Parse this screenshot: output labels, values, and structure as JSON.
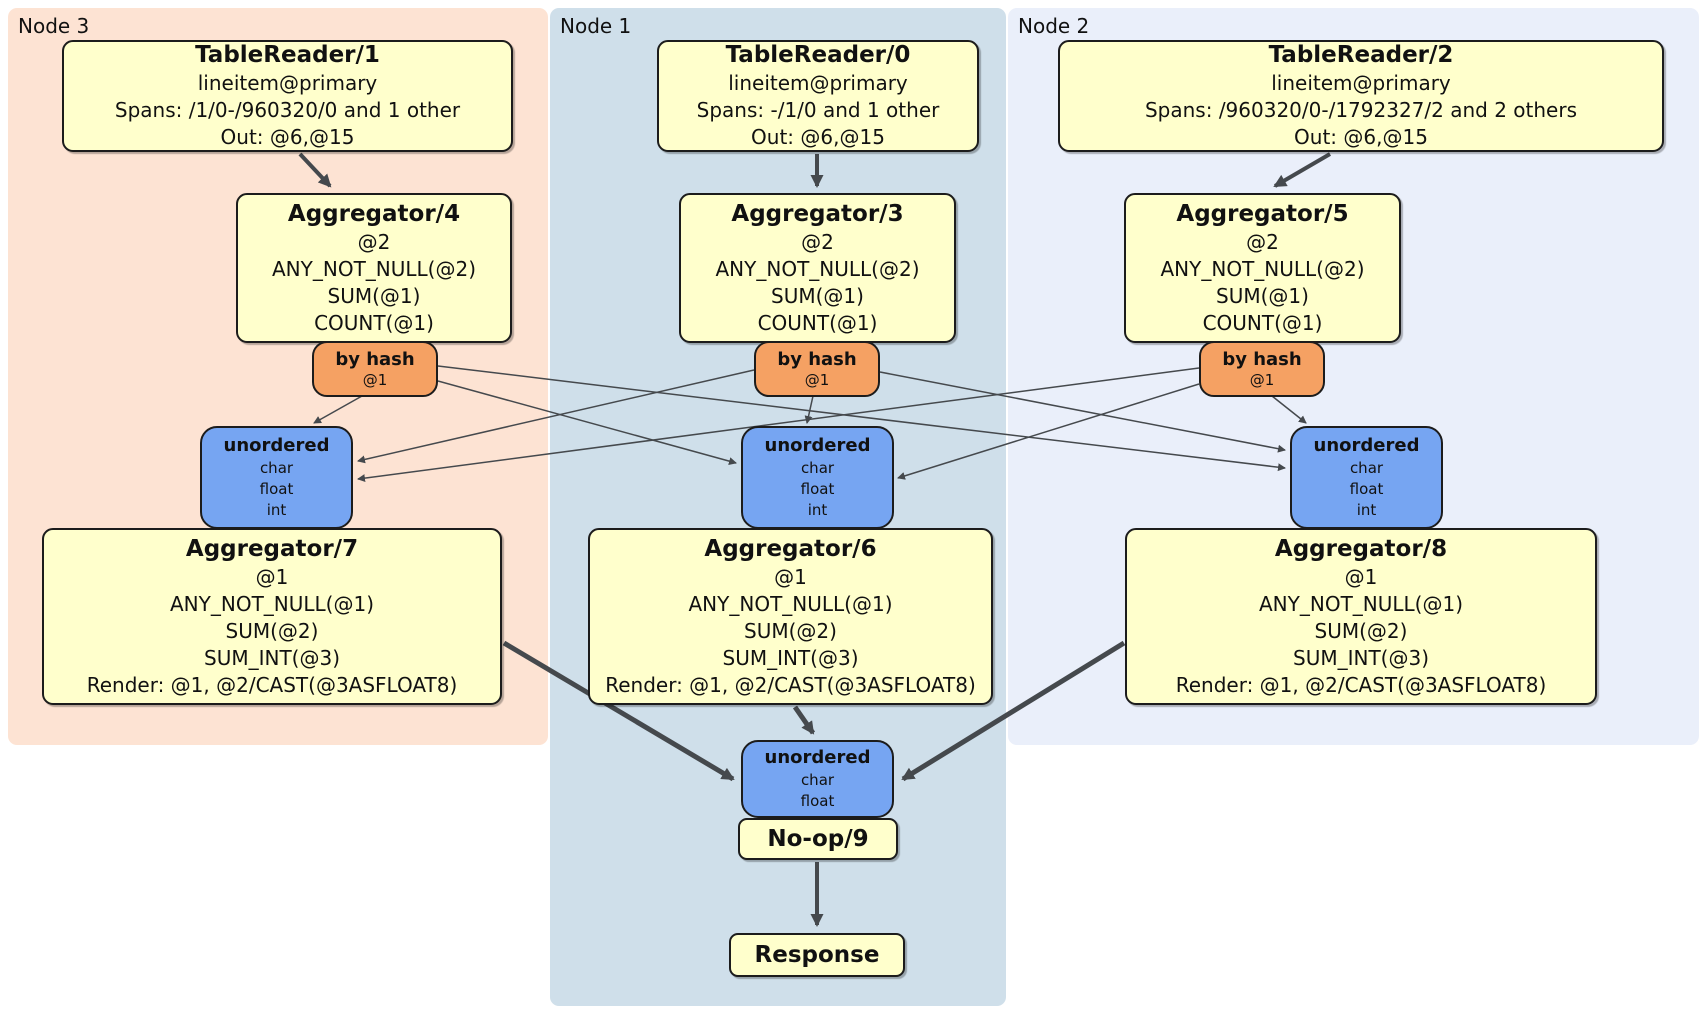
{
  "panels": [
    {
      "label": "Node 3"
    },
    {
      "label": "Node 1"
    },
    {
      "label": "Node 2"
    }
  ],
  "boxes": {
    "tr1": {
      "title": "TableReader/1",
      "lines": [
        "lineitem@primary",
        "Spans: /1/0-/960320/0 and 1 other",
        "Out: @6,@15"
      ]
    },
    "tr0": {
      "title": "TableReader/0",
      "lines": [
        "lineitem@primary",
        "Spans: -/1/0 and 1 other",
        "Out: @6,@15"
      ]
    },
    "tr2": {
      "title": "TableReader/2",
      "lines": [
        "lineitem@primary",
        "Spans: /960320/0-/1792327/2 and 2 others",
        "Out: @6,@15"
      ]
    },
    "agg4": {
      "title": "Aggregator/4",
      "lines": [
        "@2",
        "ANY_NOT_NULL(@2)",
        "SUM(@1)",
        "COUNT(@1)"
      ]
    },
    "agg3": {
      "title": "Aggregator/3",
      "lines": [
        "@2",
        "ANY_NOT_NULL(@2)",
        "SUM(@1)",
        "COUNT(@1)"
      ]
    },
    "agg5": {
      "title": "Aggregator/5",
      "lines": [
        "@2",
        "ANY_NOT_NULL(@2)",
        "SUM(@1)",
        "COUNT(@1)"
      ]
    },
    "agg7": {
      "title": "Aggregator/7",
      "lines": [
        "@1",
        "ANY_NOT_NULL(@1)",
        "SUM(@2)",
        "SUM_INT(@3)",
        "Render: @1, @2/CAST(@3ASFLOAT8)"
      ]
    },
    "agg6": {
      "title": "Aggregator/6",
      "lines": [
        "@1",
        "ANY_NOT_NULL(@1)",
        "SUM(@2)",
        "SUM_INT(@3)",
        "Render: @1, @2/CAST(@3ASFLOAT8)"
      ]
    },
    "agg8": {
      "title": "Aggregator/8",
      "lines": [
        "@1",
        "ANY_NOT_NULL(@1)",
        "SUM(@2)",
        "SUM_INT(@3)",
        "Render: @1, @2/CAST(@3ASFLOAT8)"
      ]
    },
    "noop": {
      "title": "No-op/9"
    },
    "response": {
      "title": "Response"
    }
  },
  "routers": {
    "r3": {
      "label": "by hash",
      "detail": "@1"
    },
    "r1": {
      "label": "by hash",
      "detail": "@1"
    },
    "r2": {
      "label": "by hash",
      "detail": "@1"
    }
  },
  "syncs": {
    "u3": {
      "label": "unordered",
      "lines": [
        "char",
        "float",
        "int"
      ]
    },
    "u1": {
      "label": "unordered",
      "lines": [
        "char",
        "float",
        "int"
      ]
    },
    "u2": {
      "label": "unordered",
      "lines": [
        "char",
        "float",
        "int"
      ]
    },
    "ufinal": {
      "label": "unordered",
      "lines": [
        "char",
        "float"
      ]
    }
  },
  "colors": {
    "node3_bg": "#fde3d3",
    "node1_bg": "#cfdfea",
    "node2_bg": "#eaeffa",
    "processor_bg": "#ffffcc",
    "router_bg": "#f5a163",
    "sync_bg": "#76a5f2",
    "edge": "#45494d"
  }
}
